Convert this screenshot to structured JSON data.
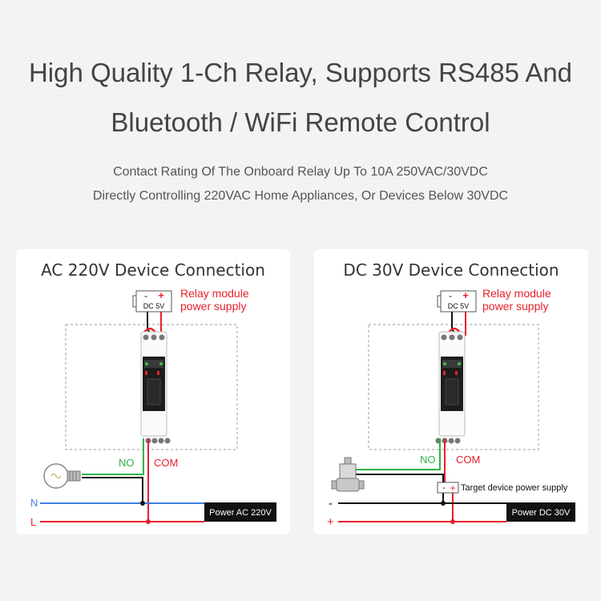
{
  "header": {
    "title_line1": "High Quality 1-Ch Relay, Supports RS485 And",
    "title_line2": "Bluetooth / WiFi Remote Control",
    "subtitle_line1": "Contact Rating Of The Onboard Relay Up To 10A 250VAC/30VDC",
    "subtitle_line2": "Directly Controlling 220VAC Home Appliances, Or Devices Below 30VDC"
  },
  "ac_panel": {
    "title": "AC 220V Device Connection",
    "dc5v_label": "DC 5V",
    "minus": "-",
    "plus": "+",
    "relay_power_line1": "Relay module",
    "relay_power_line2": "power supply",
    "no_label": "NO",
    "com_label": "COM",
    "n_label": "N",
    "l_label": "L",
    "power_label": "Power AC 220V"
  },
  "dc_panel": {
    "title": "DC 30V Device Connection",
    "dc5v_label": "DC 5V",
    "minus": "-",
    "plus": "+",
    "relay_power_line1": "Relay module",
    "relay_power_line2": "power supply",
    "no_label": "NO",
    "com_label": "COM",
    "target_power_label": "Target device power supply",
    "target_minus": "-",
    "target_plus": "+",
    "neg_label": "-",
    "pos_label": "+",
    "power_label": "Power DC 30V"
  },
  "colors": {
    "red_wire": "#e8202a",
    "green_wire": "#2fb24a",
    "blue_wire": "#3f7fe0",
    "black_wire": "#111111",
    "label_red": "#e8202a",
    "label_green": "#2fb24a"
  }
}
